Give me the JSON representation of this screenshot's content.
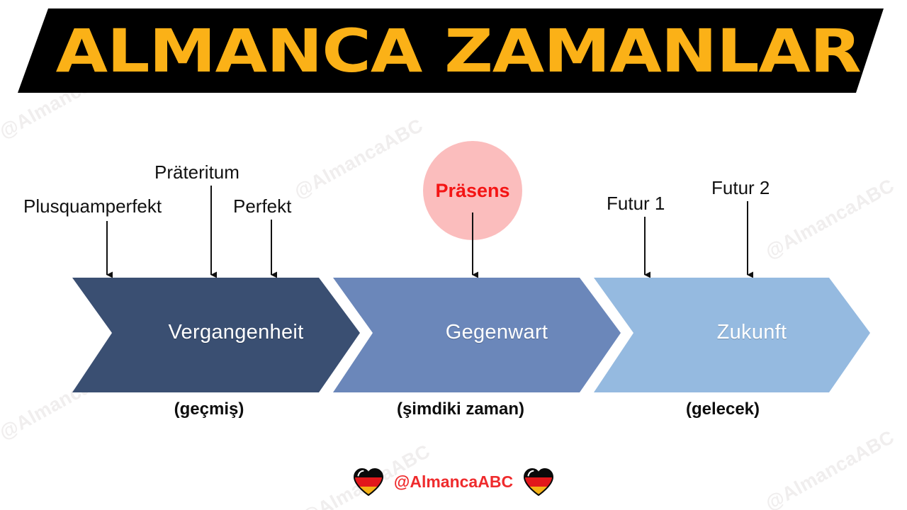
{
  "title": {
    "text": "ALMANCA ZAMANLAR",
    "banner_bg": "#000000",
    "text_color": "#fbb117"
  },
  "tense_labels": [
    {
      "name": "plusquamperfekt",
      "text": "Plusquamperfekt"
    },
    {
      "name": "praeteritum",
      "text": "Präteritum"
    },
    {
      "name": "perfekt",
      "text": "Perfekt"
    },
    {
      "name": "praesens",
      "text": "Präsens",
      "highlight_color": "#fbbdbd",
      "text_color": "#f41414"
    },
    {
      "name": "futur-1",
      "text": "Futur 1"
    },
    {
      "name": "futur-2",
      "text": "Futur 2"
    }
  ],
  "timeline": {
    "segments": [
      {
        "name": "vergangenheit",
        "label": "Vergangenheit",
        "caption": "(geçmiş)",
        "color": "#3a4f72"
      },
      {
        "name": "gegenwart",
        "label": "Gegenwart",
        "caption": "(şimdiki zaman)",
        "color": "#6b87ba"
      },
      {
        "name": "zukunft",
        "label": "Zukunft",
        "caption": "(gelecek)",
        "color": "#95bae0"
      }
    ]
  },
  "footer": {
    "handle": "@AlmancaABC",
    "handle_color": "#ef2b2d",
    "flag_icon": "german-flag-heart-icon"
  },
  "watermark": {
    "text": "@AlmancaABC",
    "color": "#f0eeee"
  }
}
